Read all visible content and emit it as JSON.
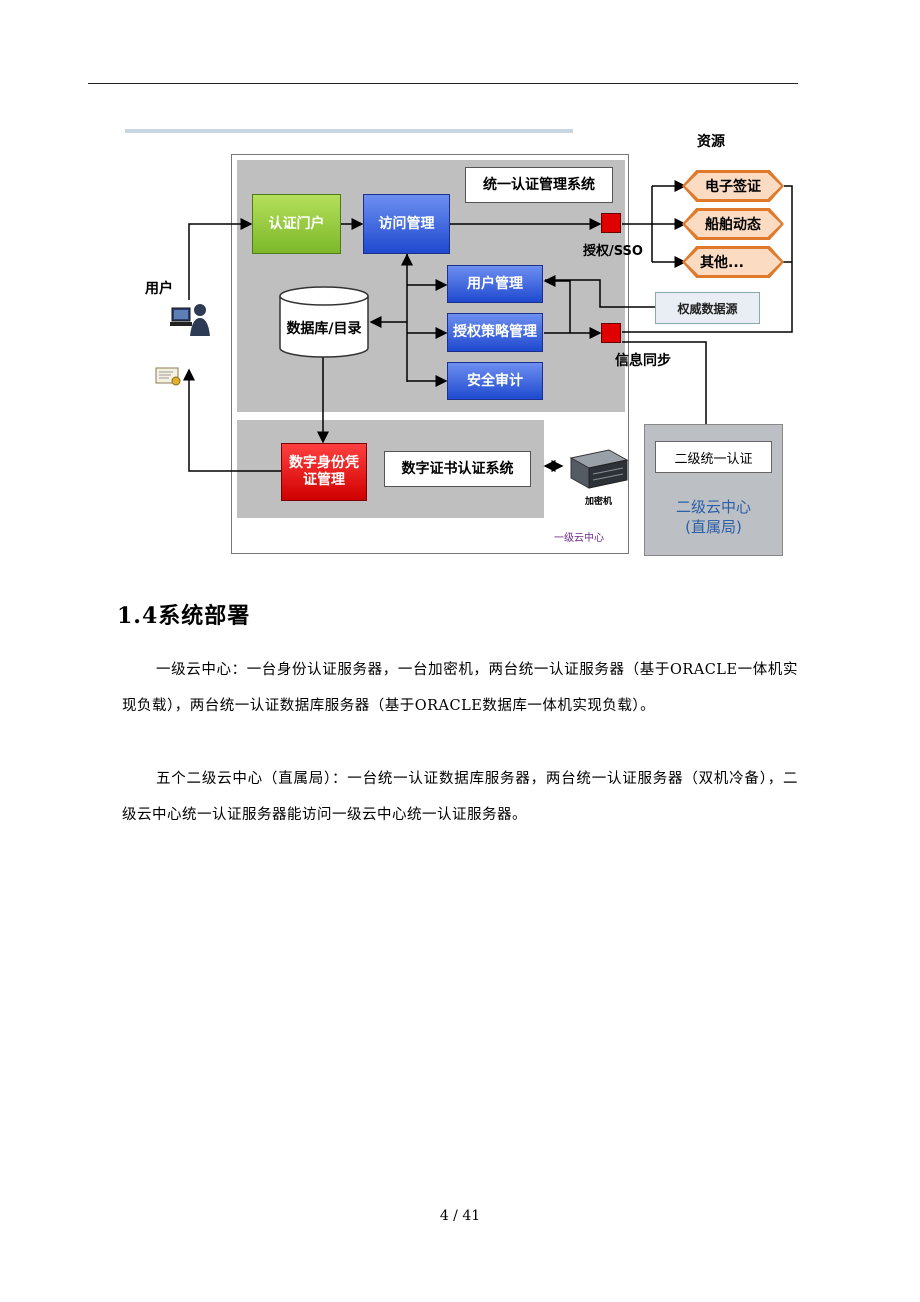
{
  "diagram": {
    "resources_title": "资源",
    "portal": "认证门户",
    "access_mgmt": "访问管理",
    "unified_system": "统一认证管理系统",
    "user_mgmt": "用户管理",
    "policy_mgmt": "授权策略管理",
    "security_audit": "安全审计",
    "database": "数据库/目录",
    "digital_identity": "数字身份凭证管理",
    "cert_system": "数字证书认证系统",
    "encryptor": "加密机",
    "first_cloud": "一级云中心",
    "auth_sso": "授权/SSO",
    "sync": "信息同步",
    "user": "用户",
    "auth_source": "权威数据源",
    "resources": [
      "电子签证",
      "船舶动态",
      "其他..."
    ],
    "second_unified": "二级统一认证",
    "second_cloud_line1": "二级云中心",
    "second_cloud_line2": "(直属局)"
  },
  "document": {
    "section_title": "1.4系统部署",
    "paragraph1": "一级云中心：一台身份认证服务器，一台加密机，两台统一认证服务器（基于ORACLE一体机实现负载），两台统一认证数据库服务器（基于ORACLE数据库一体机实现负载）。",
    "paragraph2": "五个二级云中心（直属局）：一台统一认证数据库服务器，两台统一认证服务器（双机冷备），二级云中心统一认证服务器能访问一级云中心统一认证服务器。",
    "page_number": "4 / 41"
  }
}
